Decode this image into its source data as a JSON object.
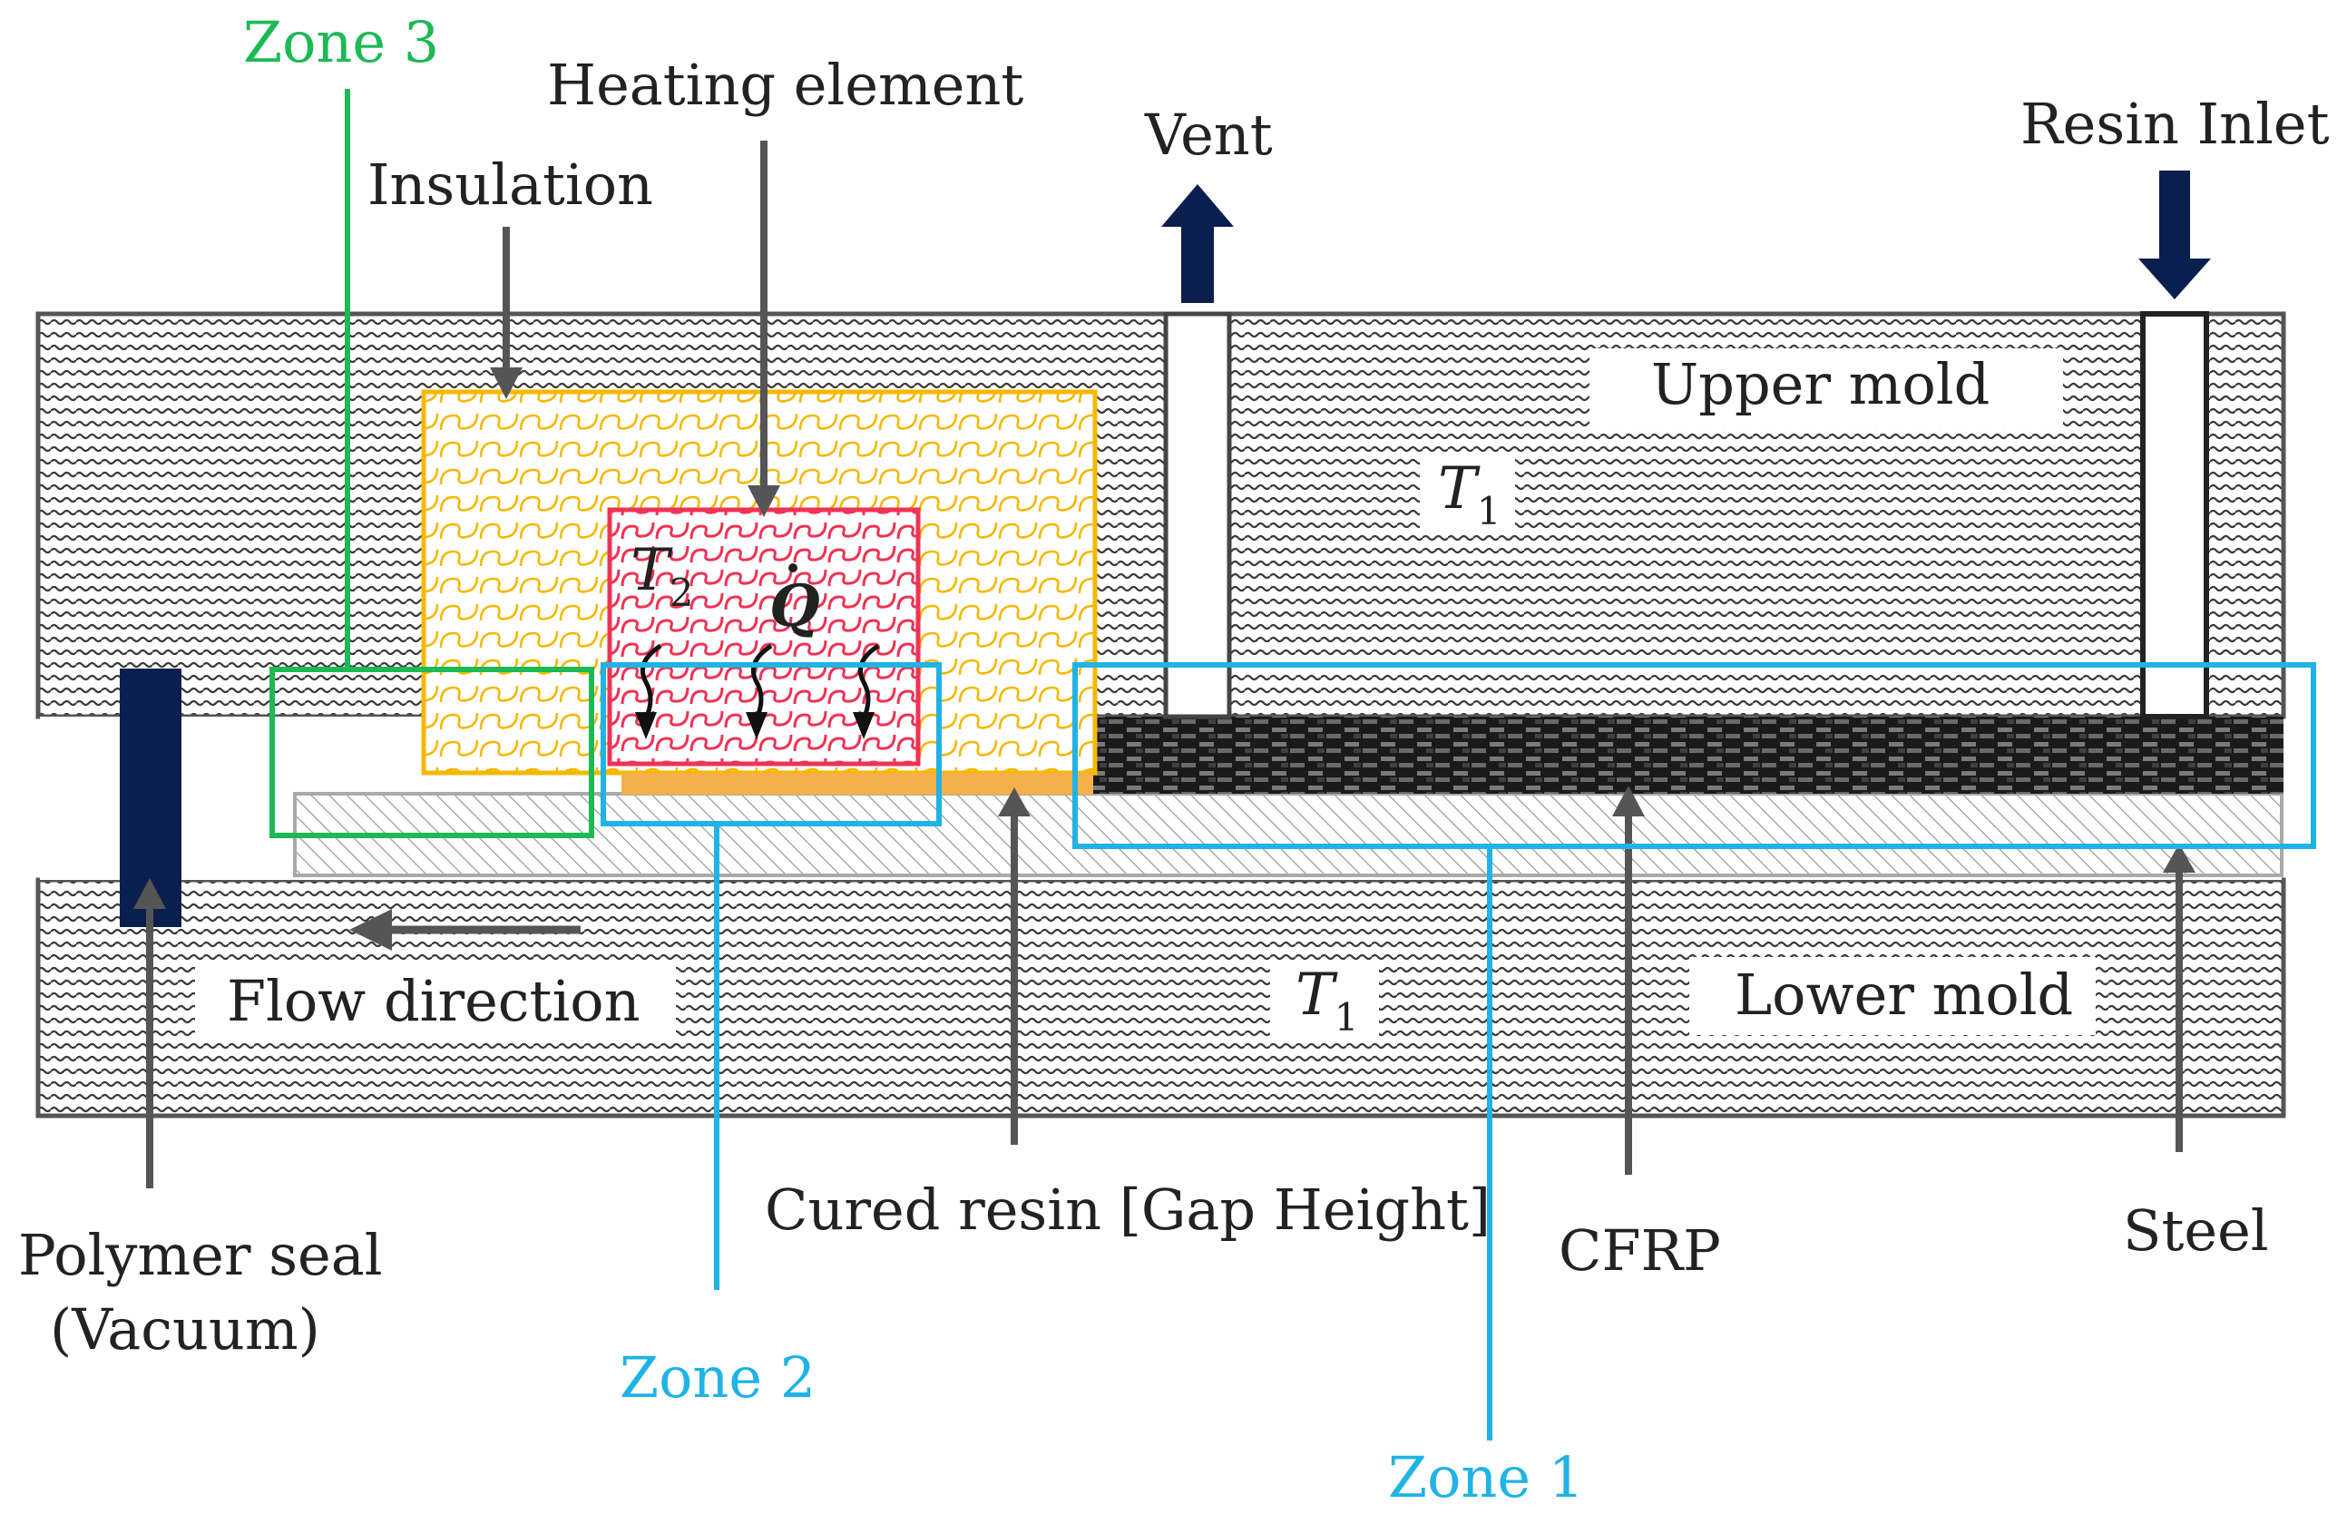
{
  "labels": {
    "zone3": "Zone 3",
    "zone2": "Zone 2",
    "zone1": "Zone 1",
    "heating_element": "Heating element",
    "insulation": "Insulation",
    "vent": "Vent",
    "resin_inlet": "Resin Inlet",
    "upper_mold": "Upper mold",
    "lower_mold": "Lower mold",
    "flow_direction": "Flow direction",
    "cured_resin": "Cured resin [Gap Height]",
    "cfrp": "CFRP",
    "steel": "Steel",
    "polymer_seal_line1": "Polymer seal",
    "polymer_seal_line2": "(Vacuum)"
  },
  "symbols": {
    "t_upper": "T",
    "t_upper_sub": "1",
    "t_lower": "T",
    "t_lower_sub": "1",
    "t_heater": "T",
    "t_heater_sub": "2",
    "q_dot": "Q"
  },
  "colors": {
    "zone_blue": "#1fb3e6",
    "zone_green": "#1db954",
    "insulation": "#f5b800",
    "heater": "#ee3355",
    "arrow_navy": "#0b1f4f",
    "cured_resin": "#f4b04a",
    "leader_gray": "#555555"
  }
}
